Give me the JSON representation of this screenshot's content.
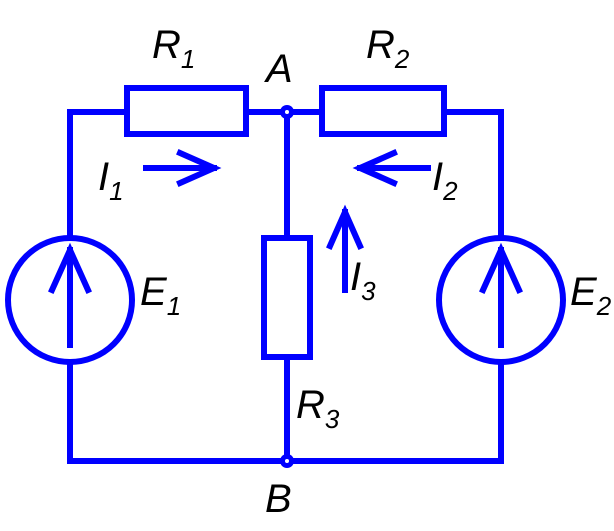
{
  "colors": {
    "wire": "#0000ff",
    "text": "#000000"
  },
  "labels": {
    "R1": {
      "main": "R",
      "sub": "1"
    },
    "R2": {
      "main": "R",
      "sub": "2"
    },
    "R3": {
      "main": "R",
      "sub": "3"
    },
    "A": "A",
    "B": "B",
    "I1": {
      "main": "I",
      "sub": "1"
    },
    "I2": {
      "main": "I",
      "sub": "2"
    },
    "I3": {
      "main": "I",
      "sub": "3"
    },
    "E1": {
      "main": "E",
      "sub": "1"
    },
    "E2": {
      "main": "E",
      "sub": "2"
    }
  }
}
